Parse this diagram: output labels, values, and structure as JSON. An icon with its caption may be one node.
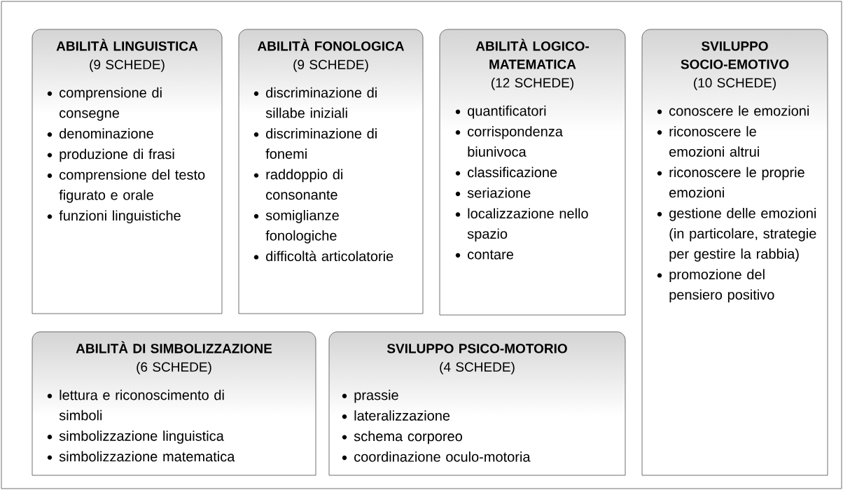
{
  "diagram": {
    "nodes": [
      {
        "text": [
          "ABILITÀ LINGUISTICA",
          "(9 SCHEDE)",
          "comprensione di consegne",
          "denominazione",
          "produzione di frasi",
          "comprensione del testo figurato e orale",
          "funzioni linguistiche"
        ]
      },
      {
        "text": [
          "ABILITÀ FONOLOGICA",
          "(9 SCHEDE)",
          "discriminazione di sillabe iniziali",
          "discriminazione di fonemi",
          "raddoppio di consonante",
          "somiglianze fonologiche",
          "difficoltà articolatorie"
        ]
      },
      {
        "text": [
          "ABILITÀ LOGICO-MATEMATICA",
          "(12 SCHEDE)",
          "quantificatori",
          "corrispondenza biunivoca",
          "classificazione",
          "seriazione",
          "localizzazione nello spazio",
          "contare"
        ]
      },
      {
        "text": [
          "SVILUPPO SOCIO-EMOTIVO",
          "(10 SCHEDE)",
          "conoscere le emozioni",
          "riconoscere le emozioni altrui",
          "riconoscere le proprie emozioni",
          "gestione delle emozioni (in particolare, strategie per gestire la rabbia)",
          "promozione del pensiero positivo"
        ]
      },
      {
        "text": [
          "ABILITÀ DI SIMBOLIZZAZIONE",
          "(6 SCHEDE)",
          "lettura e riconoscimento di simboli",
          "simbolizzazione linguistica",
          "simbolizzazione matematica"
        ]
      },
      {
        "text": [
          "SVILUPPO PSICO-MOTORIO",
          "(4 SCHEDE)",
          "prassie",
          "lateralizzazione",
          "schema corporeo",
          "coordinazione oculo-motoria"
        ]
      }
    ]
  }
}
